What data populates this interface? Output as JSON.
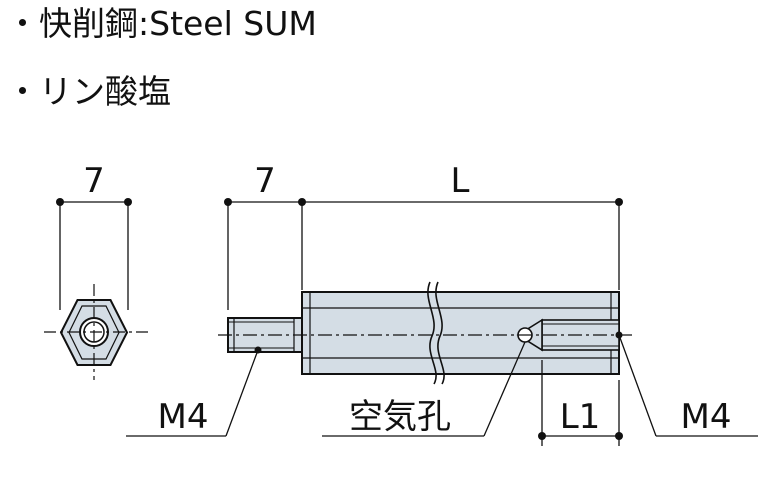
{
  "specs": {
    "line1": "・快削鋼:Steel SUM",
    "line2": "・リン酸塩"
  },
  "dimensions": {
    "hex_width": "7",
    "stud_length": "7",
    "body_length": "L",
    "thread_depth": "L1"
  },
  "callouts": {
    "stud_thread": "M4",
    "air_hole": "空気孔",
    "female_thread": "M4"
  },
  "colors": {
    "part_fill": "#d4dde5",
    "line": "#111111"
  }
}
